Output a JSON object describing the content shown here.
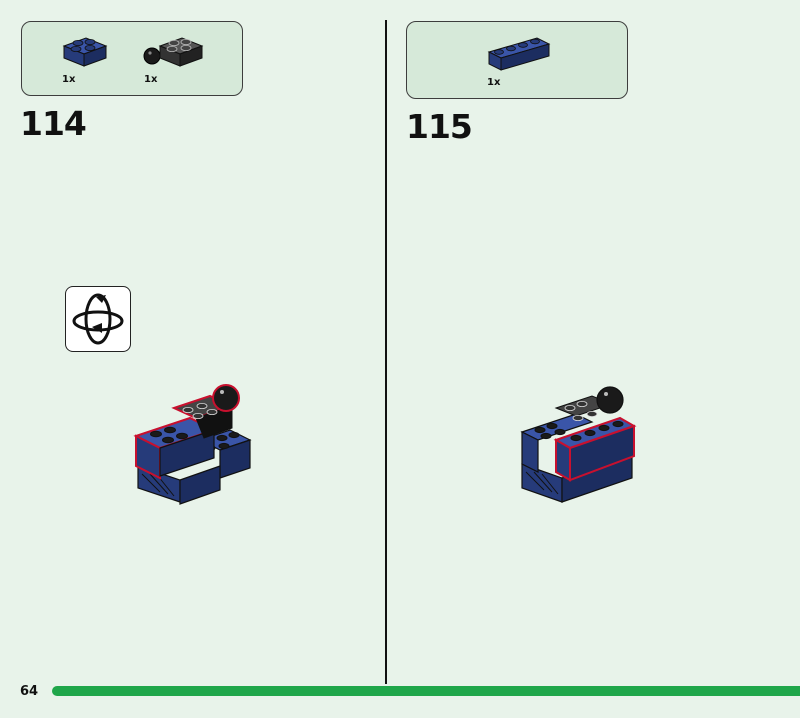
{
  "steps": [
    {
      "number": "114",
      "parts": [
        {
          "icon": "blue-2x2-brick-icon",
          "qty": "1x"
        },
        {
          "icon": "black-2x2-brick-with-ball-icon",
          "qty": "1x"
        }
      ]
    },
    {
      "number": "115",
      "parts": [
        {
          "icon": "blue-1x4-brick-icon",
          "qty": "1x"
        }
      ]
    }
  ],
  "rotate_icon": "rotate-model-icon",
  "page_number": "64",
  "progress": 1.0,
  "colors": {
    "background": "#e8f3ea",
    "parts_box": "#d6e9d9",
    "brick_blue": "#263b7a",
    "highlight": "#c8102e",
    "progress_bar": "#1fa64a"
  }
}
